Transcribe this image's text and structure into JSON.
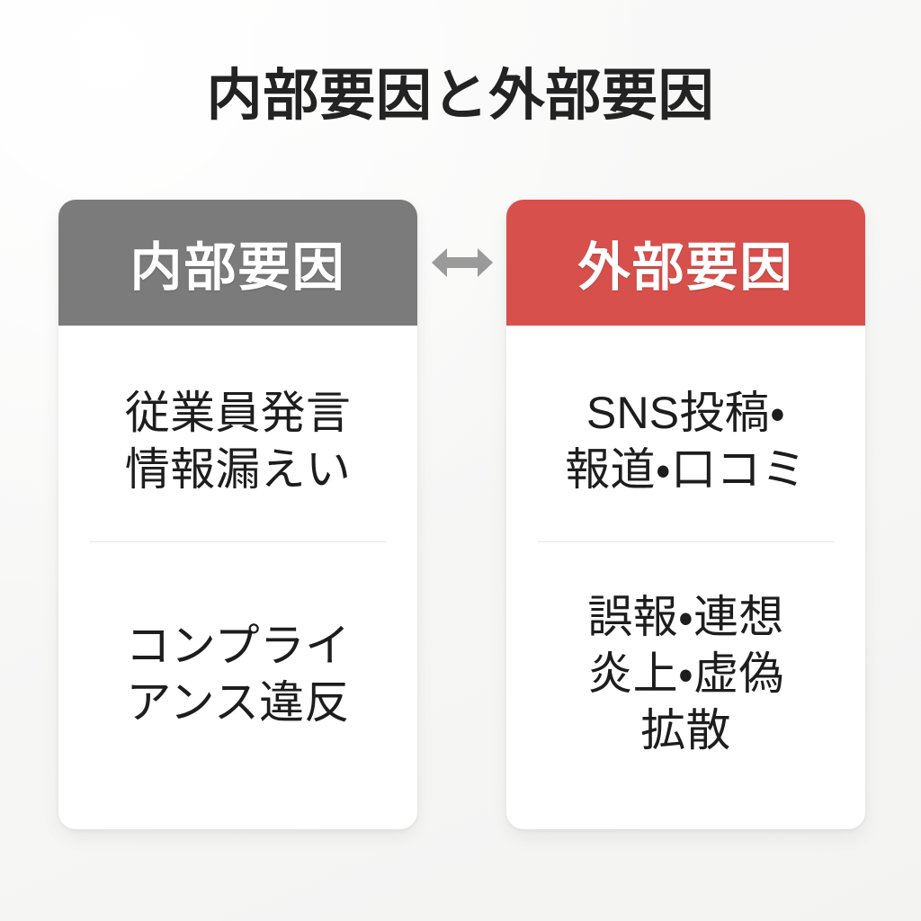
{
  "page": {
    "title": "内部要因と外部要因",
    "background_color": "#f8f8f7"
  },
  "connector": {
    "icon": "left-right-arrow-icon",
    "glyph": "↔",
    "color": "#9a9a9a"
  },
  "cards": [
    {
      "key": "internal",
      "header": "内部要因",
      "header_color": "#7b7b7b",
      "header_text_color": "#ffffff",
      "items": [
        "従業員発言\n情報漏えい",
        "コンプライ\nアンス違反"
      ]
    },
    {
      "key": "external",
      "header": "外部要因",
      "header_color": "#d8504c",
      "header_text_color": "#ffffff",
      "items": [
        "SNS投稿・\n報道・口コミ",
        "誤報・連想\n炎上・虚偽\n拡散"
      ]
    }
  ]
}
